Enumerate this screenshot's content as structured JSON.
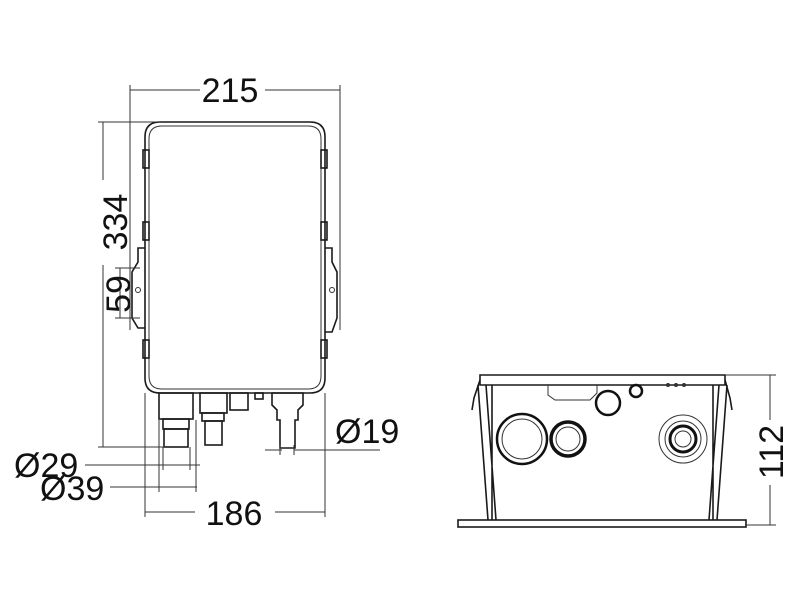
{
  "front_view": {
    "width_label": "215",
    "height_label": "334",
    "mount_spacing_label": "59",
    "outlet_small_label": "Ø29",
    "outlet_large_label": "Ø39",
    "base_width_label": "186",
    "inlet_label": "Ø19"
  },
  "side_view": {
    "height_label": "112"
  },
  "colors": {
    "line": "#1a1a1a",
    "background": "#ffffff"
  }
}
